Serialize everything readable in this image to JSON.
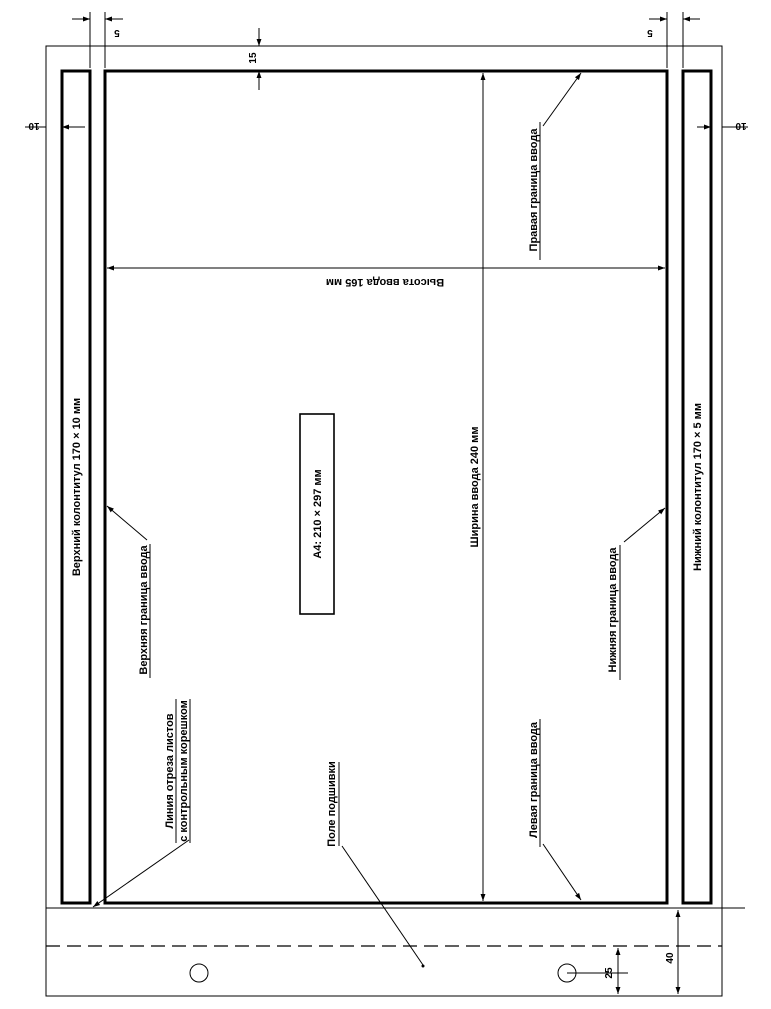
{
  "labels": {
    "top_colontitle": "Верхний колонтитул 170 × 10 мм",
    "bottom_colontitle": "Нижний колонтитул 170 × 5 мм",
    "input_height": "Высота ввода 165 мм",
    "input_width": "Ширина ввода 240 мм",
    "paper_format": "A4: 210 × 297 мм",
    "top_border": "Верхняя граница ввода",
    "bottom_border": "Нижняя граница ввода",
    "right_border": "Правая граница ввода",
    "left_border": "Левая граница ввода",
    "binding_field": "Поле подшивки",
    "cut_line_1": "Линия отреза листов",
    "cut_line_2": "с контрольным корешком"
  },
  "dimensions": {
    "d5_left": "5",
    "d5_right": "5",
    "d10_left": "10",
    "d10_right": "10",
    "d15": "15",
    "d25": "25",
    "d40": "40"
  }
}
